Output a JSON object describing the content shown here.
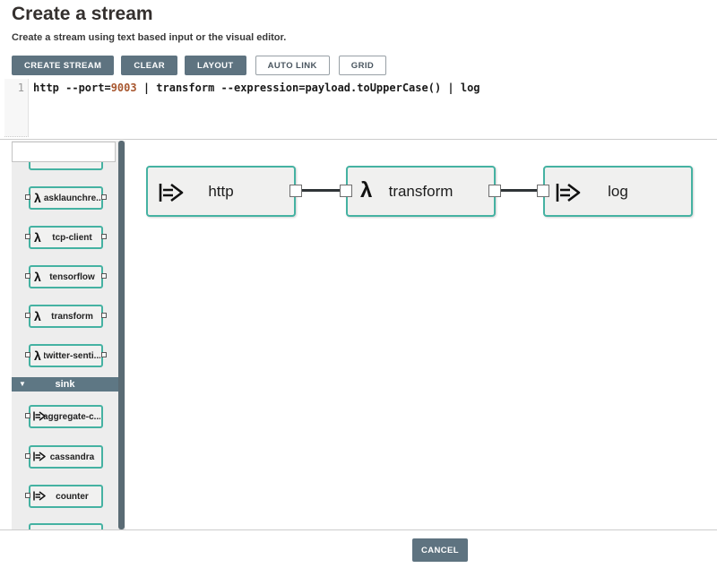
{
  "header": {
    "title": "Create a stream",
    "subtitle": "Create a stream using text based input or the visual editor."
  },
  "toolbar": {
    "create_stream": "CREATE STREAM",
    "clear": "CLEAR",
    "layout": "LAYOUT",
    "auto_link": "AUTO LINK",
    "grid": "GRID"
  },
  "editor": {
    "line_number": "1",
    "code_before": "http --port=",
    "code_number": "9003",
    "code_after": " | transform --expression=payload.toUpperCase() | log"
  },
  "icons": {
    "lambda": "λ",
    "collapse": "▼"
  },
  "palette": {
    "search": {
      "value": "",
      "placeholder": ""
    },
    "processor_items": [
      {
        "label": "tasklaunchre...",
        "icon": "lambda-icon"
      },
      {
        "label": "tcp-client",
        "icon": "lambda-icon"
      },
      {
        "label": "tensorflow",
        "icon": "lambda-icon"
      },
      {
        "label": "transform",
        "icon": "lambda-icon"
      },
      {
        "label": "twitter-senti...",
        "icon": "lambda-icon"
      }
    ],
    "group_header": {
      "label": "sink"
    },
    "sink_items": [
      {
        "label": "aggregate-c...",
        "icon": "sink-arrow-icon"
      },
      {
        "label": "cassandra",
        "icon": "sink-arrow-icon"
      },
      {
        "label": "counter",
        "icon": "sink-arrow-icon"
      }
    ]
  },
  "canvas": {
    "nodes": [
      {
        "label": "http",
        "icon": "source-arrow-icon",
        "kind": "source"
      },
      {
        "label": "transform",
        "icon": "lambda-icon",
        "kind": "processor"
      },
      {
        "label": "log",
        "icon": "sink-arrow-icon",
        "kind": "sink"
      }
    ],
    "edges": [
      {
        "from": "http",
        "to": "transform"
      },
      {
        "from": "transform",
        "to": "log"
      }
    ]
  },
  "footer": {
    "cancel": "CANCEL"
  },
  "colors": {
    "primary_button": "#5E7380",
    "node_border": "#45B2A2",
    "node_fill": "#F0F0EF",
    "palette_bg": "#EDEDED",
    "group_header_bg": "#5E7784",
    "scrollbar": "#5A6B74",
    "edge": "#2F3437",
    "code_number": "#A8572F"
  }
}
